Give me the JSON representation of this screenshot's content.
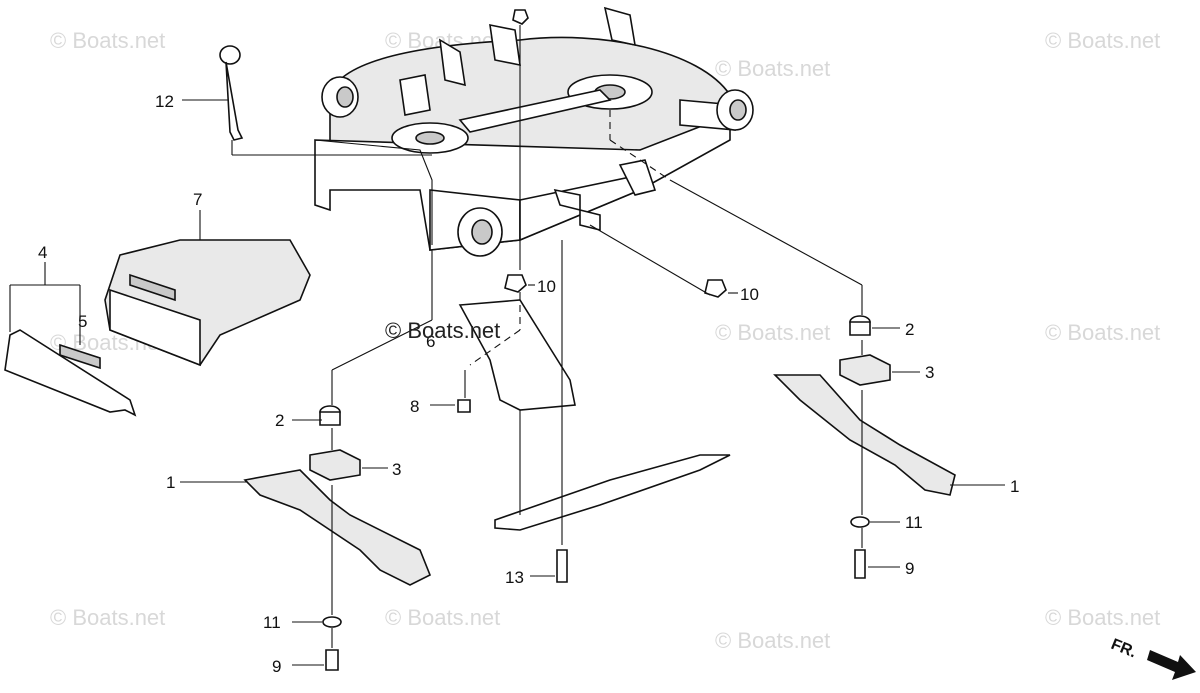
{
  "watermark": "© Boats.net",
  "callouts": {
    "c1_left": "1",
    "c1_right": "1",
    "c2_left": "2",
    "c2_right": "2",
    "c3_left": "3",
    "c3_right": "3",
    "c4": "4",
    "c5": "5",
    "c6": "6",
    "c7": "7",
    "c8": "8",
    "c9_left": "9",
    "c9_right": "9",
    "c10_a": "10",
    "c10_b": "10",
    "c11_left": "11",
    "c11_right": "11",
    "c12": "12",
    "c13": "13"
  },
  "direction_label": "FR."
}
